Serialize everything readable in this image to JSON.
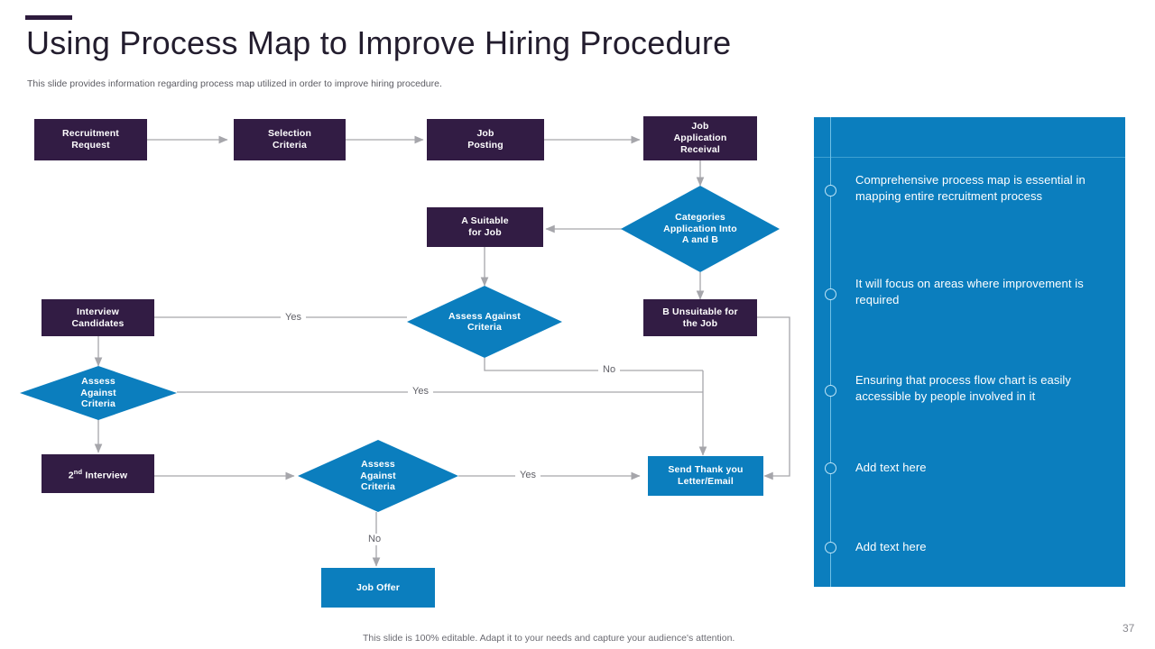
{
  "header": {
    "title": "Using Process Map to Improve Hiring Procedure",
    "subtitle": "This slide provides information regarding process map utilized in order to improve hiring procedure."
  },
  "colors": {
    "purple": "#321c44",
    "blue": "#0b7ebe",
    "accent_bar": "#2d1b3d",
    "connector": "#a6a6ab",
    "panel_rail": "#6fc0e6"
  },
  "flowchart": {
    "nodes": [
      {
        "id": "recruitment-request",
        "label": "Recruitment\nRequest",
        "shape": "box",
        "color": "purple"
      },
      {
        "id": "selection-criteria",
        "label": "Selection\nCriteria",
        "shape": "box",
        "color": "purple"
      },
      {
        "id": "job-posting",
        "label": "Job\nPosting",
        "shape": "box",
        "color": "purple"
      },
      {
        "id": "job-application-receival",
        "label": "Job\nApplication\nReceival",
        "shape": "box",
        "color": "purple"
      },
      {
        "id": "categories-application",
        "label": "Categories\nApplication Into\nA and B",
        "shape": "diamond",
        "color": "blue"
      },
      {
        "id": "a-suitable-for-job",
        "label": "A Suitable\nfor Job",
        "shape": "box",
        "color": "purple"
      },
      {
        "id": "b-unsuitable-for-job",
        "label": "B Unsuitable for\nthe Job",
        "shape": "box",
        "color": "purple"
      },
      {
        "id": "assess-against-criteria-1",
        "label": "Assess Against\nCriteria",
        "shape": "diamond",
        "color": "blue"
      },
      {
        "id": "interview-candidates",
        "label": "Interview\nCandidates",
        "shape": "box",
        "color": "purple"
      },
      {
        "id": "assess-against-criteria-2",
        "label": "Assess\nAgainst\nCriteria",
        "shape": "diamond",
        "color": "blue"
      },
      {
        "id": "second-interview",
        "label": "2nd Interview",
        "shape": "box",
        "color": "purple"
      },
      {
        "id": "assess-against-criteria-3",
        "label": "Assess\nAgainst\nCriteria",
        "shape": "diamond",
        "color": "blue"
      },
      {
        "id": "send-thank-you",
        "label": "Send Thank you\nLetter/Email",
        "shape": "box",
        "color": "blue"
      },
      {
        "id": "job-offer",
        "label": "Job Offer",
        "shape": "box",
        "color": "blue"
      }
    ],
    "second_interview_ordinal": {
      "number": "2",
      "suffix": "nd",
      "rest": " Interview"
    },
    "edge_labels": [
      {
        "id": "yes-interview-to-assess1",
        "text": "Yes"
      },
      {
        "id": "yes-assess2-to-sendthank",
        "text": "Yes"
      },
      {
        "id": "yes-assess3-to-sendthank",
        "text": "Yes"
      },
      {
        "id": "no-assess1-down",
        "text": "No"
      },
      {
        "id": "no-assess3-to-joboffer",
        "text": "No"
      }
    ]
  },
  "panel": {
    "items": [
      {
        "text": "Comprehensive process map is essential in mapping entire recruitment process"
      },
      {
        "text": "It will focus on areas where improvement is required"
      },
      {
        "text": "Ensuring that process flow chart is easily accessible by people involved in it"
      },
      {
        "text": "Add text here"
      },
      {
        "text": "Add text here"
      }
    ]
  },
  "footer": {
    "note": "This slide is 100% editable. Adapt it to your needs and capture your audience's attention.",
    "page_number": "37"
  }
}
